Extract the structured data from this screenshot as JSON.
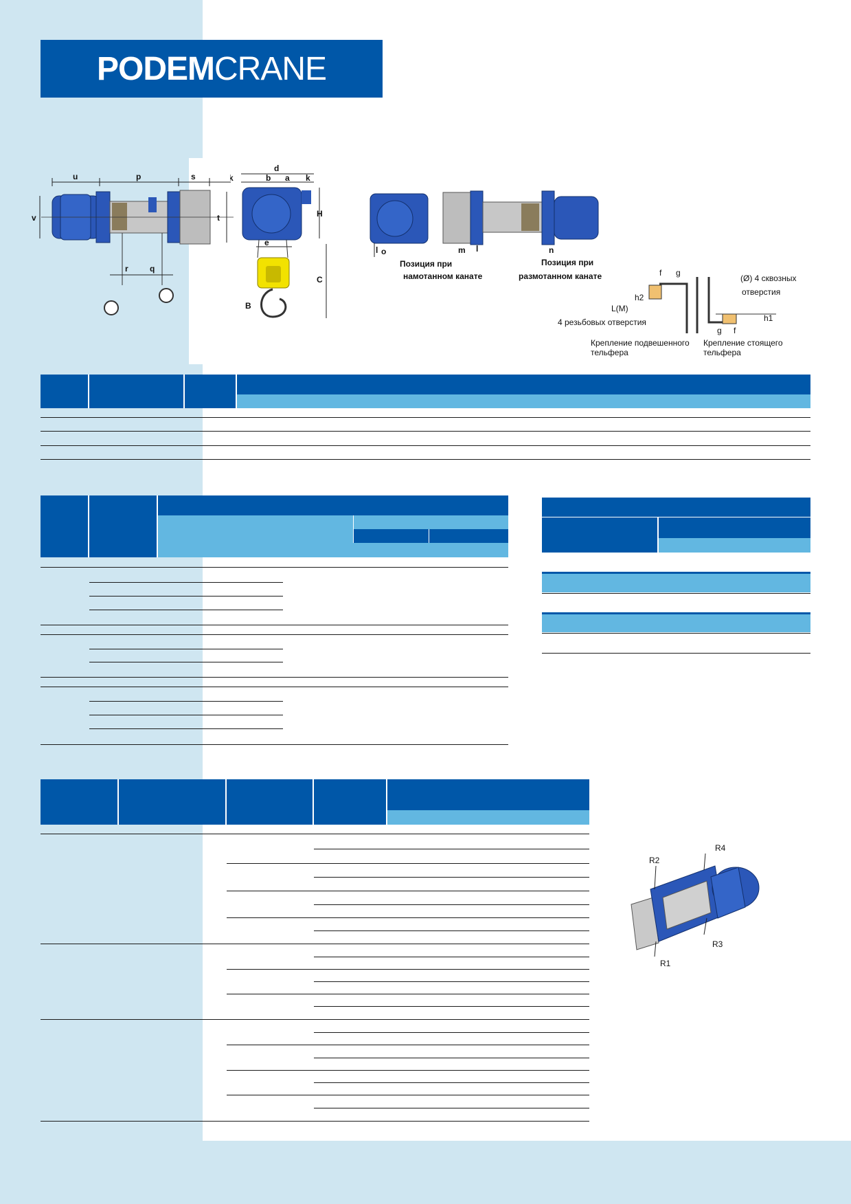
{
  "brand": {
    "logo_bold": "PODEM",
    "logo_light": "CRANE"
  },
  "colors": {
    "primary_blue": "#0057a8",
    "light_blue": "#62b7e1",
    "page_tint": "#cfe6f1"
  },
  "diagram_side": {
    "u": "u",
    "p": "p",
    "s": "s",
    "v": "v",
    "t": "t",
    "r": "r",
    "q": "q"
  },
  "diagram_front": {
    "d": "d",
    "k1": "k",
    "b": "b",
    "a": "a",
    "k2": "k",
    "H": "H",
    "e": "e",
    "C": "C",
    "B": "B"
  },
  "diagram_positions": {
    "o": "o",
    "m": "m",
    "l1": "l",
    "l2": "l",
    "n": "n",
    "wound_line1": "Позиция при",
    "wound_line2": "намотанном канате",
    "unwound_line1": "Позиция при",
    "unwound_line2": "размотанном канате"
  },
  "diagram_mounting": {
    "f_top": "f",
    "g_top": "g",
    "h2": "h2",
    "lm": "L(M)",
    "threaded_holes": "4 резьбовых отверстия",
    "through_holes_line1": "(Ø) 4 сквозных",
    "through_holes_line2": "отверстия",
    "h1": "h1",
    "g_bottom": "g",
    "f_bottom": "f",
    "suspended_line1": "Крепление подвешенного",
    "suspended_line2": "тельфера",
    "standing_line1": "Крепление стоящего",
    "standing_line2": "тельфера"
  },
  "diagram_reactions": {
    "r1": "R1",
    "r2": "R2",
    "r3": "R3",
    "r4": "R4"
  }
}
